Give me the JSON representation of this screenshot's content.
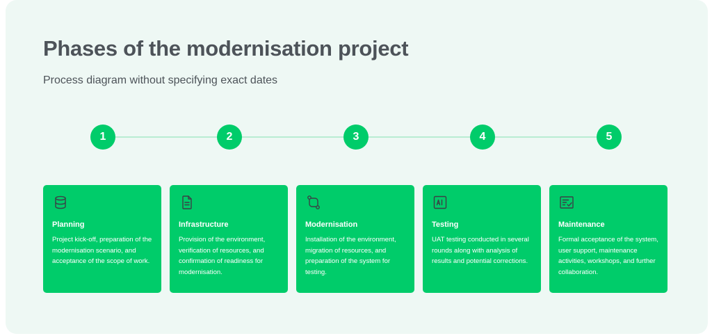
{
  "header": {
    "title": "Phases of the modernisation project",
    "subtitle": "Process diagram without specifying exact dates"
  },
  "colors": {
    "background": "#eef8f4",
    "accent": "#00cc6a",
    "connector": "#b9ecd2",
    "heading_text": "#4d5359"
  },
  "steps": [
    {
      "number": "1"
    },
    {
      "number": "2"
    },
    {
      "number": "3"
    },
    {
      "number": "4"
    },
    {
      "number": "5"
    }
  ],
  "phases": [
    {
      "icon": "database-icon",
      "title": "Planning",
      "description": "Project kick-off, preparation of the modernisation scenario, and acceptance of the scope of work."
    },
    {
      "icon": "document-icon",
      "title": "Infrastructure",
      "description": "Provision of the environment, verification of resources, and confirmation of readiness for modernisation."
    },
    {
      "icon": "migration-icon",
      "title": "Modernisation",
      "description": "Installation of the environment, migration of resources, and preparation of the system for testing."
    },
    {
      "icon": "ai-chip-icon",
      "title": "Testing",
      "description": "UAT testing conducted in several rounds along with analysis of results and potential corrections."
    },
    {
      "icon": "checklist-icon",
      "title": "Maintenance",
      "description": "Formal acceptance of the system, user support, maintenance activities, workshops, and further collaboration."
    }
  ]
}
